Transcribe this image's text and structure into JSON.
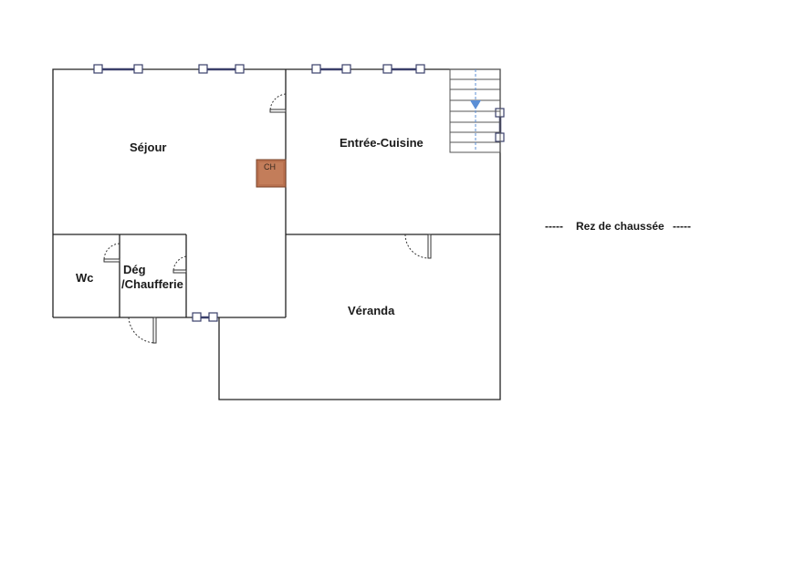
{
  "plan": {
    "rooms": {
      "sejour": "Séjour",
      "entree_cuisine": "Entrée-Cuisine",
      "wc": "Wc",
      "deg_line1": "Dég",
      "deg_line2": "/Chaufferie",
      "veranda": "Véranda"
    },
    "chimney_label": "CH",
    "legend": {
      "dashes_left": "-----",
      "title": "Rez de chaussée",
      "dashes_right": "-----"
    },
    "colors": {
      "wall": "#222222",
      "window": "#3a3f6a",
      "chimney": "#b9714f",
      "stair_arrow": "#5b8fd6"
    }
  }
}
